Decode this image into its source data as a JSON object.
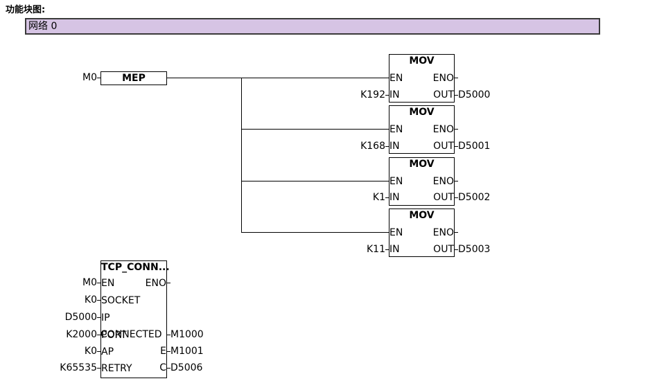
{
  "header": {
    "title": "功能块图:"
  },
  "network": {
    "label": "网络 0"
  },
  "mep": {
    "input": "M0",
    "title": "MEP"
  },
  "mov": [
    {
      "title": "MOV",
      "en": "EN",
      "eno": "ENO",
      "in_label": "IN",
      "out_label": "OUT",
      "in_value": "K192",
      "out_value": "D5000"
    },
    {
      "title": "MOV",
      "en": "EN",
      "eno": "ENO",
      "in_label": "IN",
      "out_label": "OUT",
      "in_value": "K168",
      "out_value": "D5001"
    },
    {
      "title": "MOV",
      "en": "EN",
      "eno": "ENO",
      "in_label": "IN",
      "out_label": "OUT",
      "in_value": "K1",
      "out_value": "D5002"
    },
    {
      "title": "MOV",
      "en": "EN",
      "eno": "ENO",
      "in_label": "IN",
      "out_label": "OUT",
      "in_value": "K11",
      "out_value": "D5003"
    }
  ],
  "tcp": {
    "title": "TCP_CONN...",
    "eno": "ENO",
    "inputs": [
      {
        "pin": "EN",
        "value": "M0"
      },
      {
        "pin": "SOCKET",
        "value": "K0"
      },
      {
        "pin": "IP",
        "value": "D5000"
      },
      {
        "pin": "PORT",
        "value": "K2000"
      },
      {
        "pin": "AP",
        "value": "K0"
      },
      {
        "pin": "RETRY",
        "value": "K65535"
      }
    ],
    "outputs": [
      {
        "pin": "CONNECTED",
        "value": "M1000"
      },
      {
        "pin": "E",
        "value": "M1001"
      },
      {
        "pin": "C",
        "value": "D5006"
      }
    ]
  }
}
